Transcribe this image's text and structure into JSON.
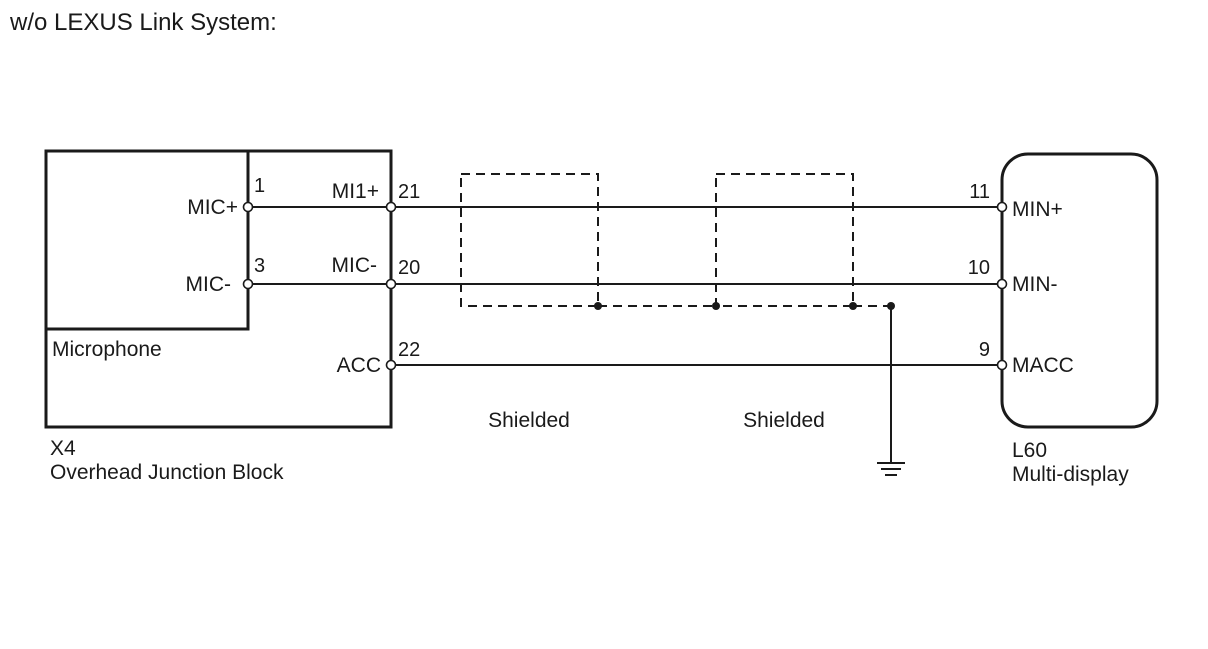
{
  "title": "w/o LEXUS Link System:",
  "microphone": {
    "name": "Microphone",
    "pins": [
      {
        "label": "MIC+",
        "number": "1"
      },
      {
        "label": "MIC-",
        "number": "3"
      }
    ]
  },
  "junction_block": {
    "code": "X4",
    "name": "Overhead Junction Block",
    "pins": [
      {
        "label": "MI1+",
        "number": "21"
      },
      {
        "label": "MIC-",
        "number": "20"
      },
      {
        "label": "ACC",
        "number": "22"
      }
    ]
  },
  "multi_display": {
    "code": "L60",
    "name": "Multi-display",
    "pins": [
      {
        "label": "MIN+",
        "number": "11"
      },
      {
        "label": "MIN-",
        "number": "10"
      },
      {
        "label": "MACC",
        "number": "9"
      }
    ]
  },
  "shields": [
    {
      "label": "Shielded"
    },
    {
      "label": "Shielded"
    }
  ]
}
